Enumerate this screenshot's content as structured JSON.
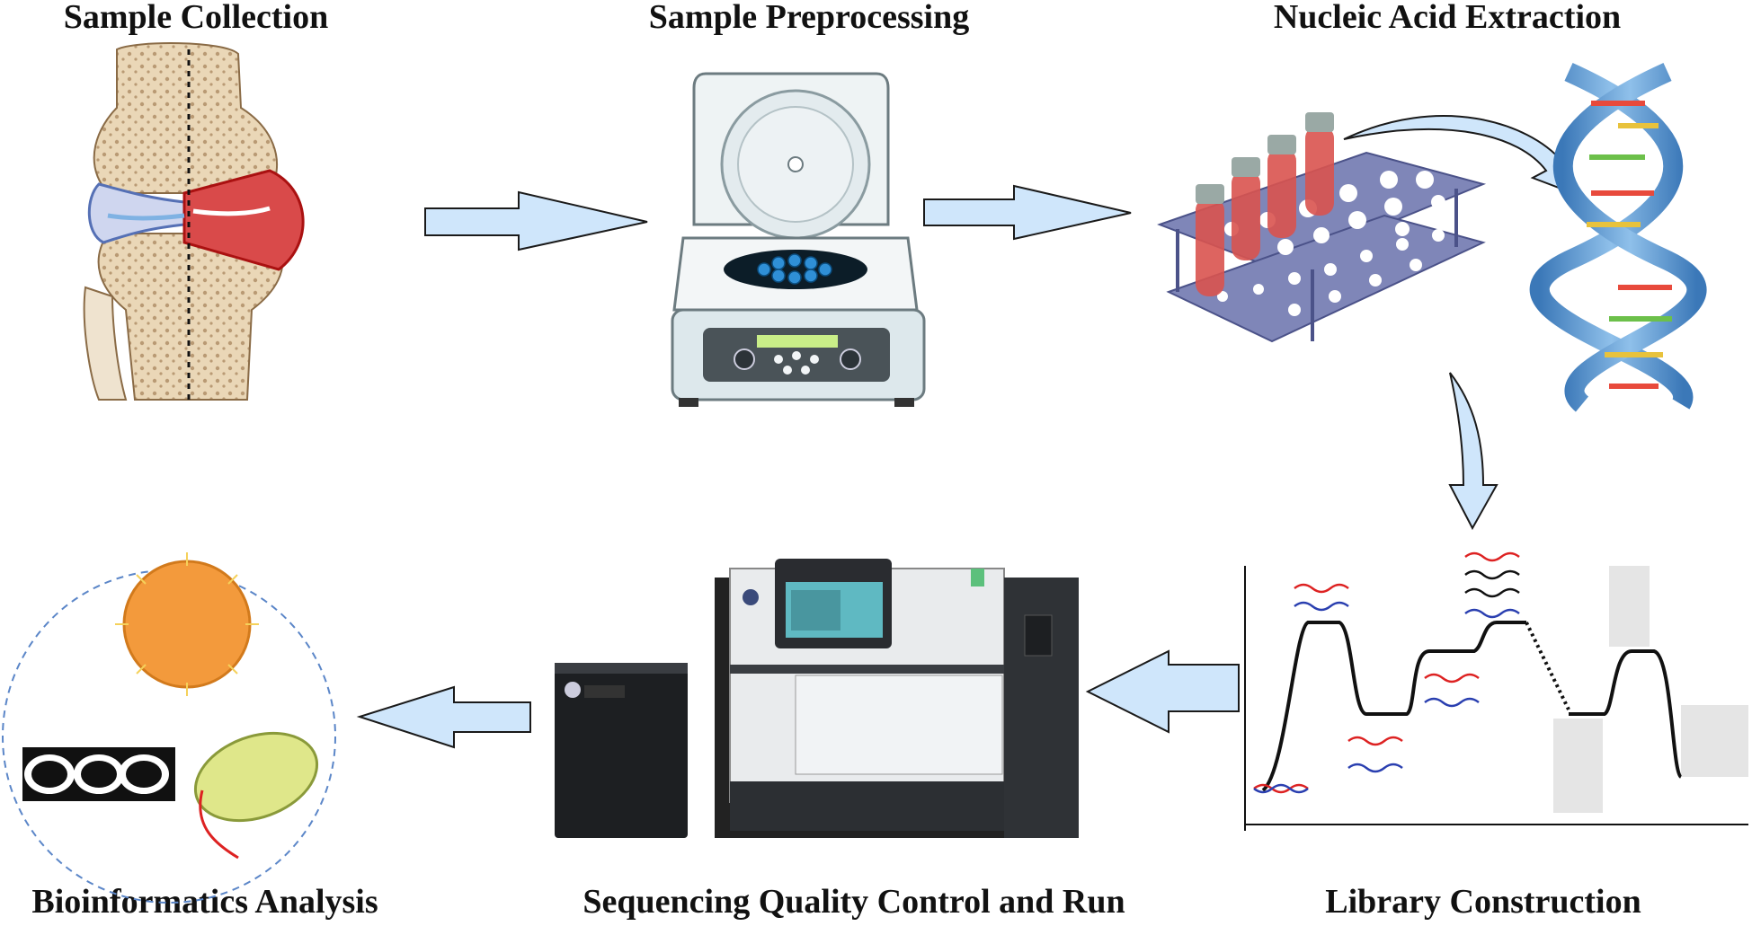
{
  "steps": {
    "sample_collection": "Sample Collection",
    "sample_preprocessing": "Sample Preprocessing",
    "nucleic_acid_extraction": "Nucleic Acid Extraction",
    "library_construction": "Library Construction",
    "sequencing": "Sequencing Quality Control and Run",
    "bioinformatics": "Bioinformatics Analysis"
  },
  "colors": {
    "arrow_fill": "#cfe6fb",
    "arrow_stroke": "#1a1a1a",
    "dna_blue": "#4d8fcf",
    "tube_red": "#d9534f",
    "rack": "#7f86b8",
    "bacterium_orange": "#f39a3c",
    "bacterium_green": "#dfe78a"
  }
}
